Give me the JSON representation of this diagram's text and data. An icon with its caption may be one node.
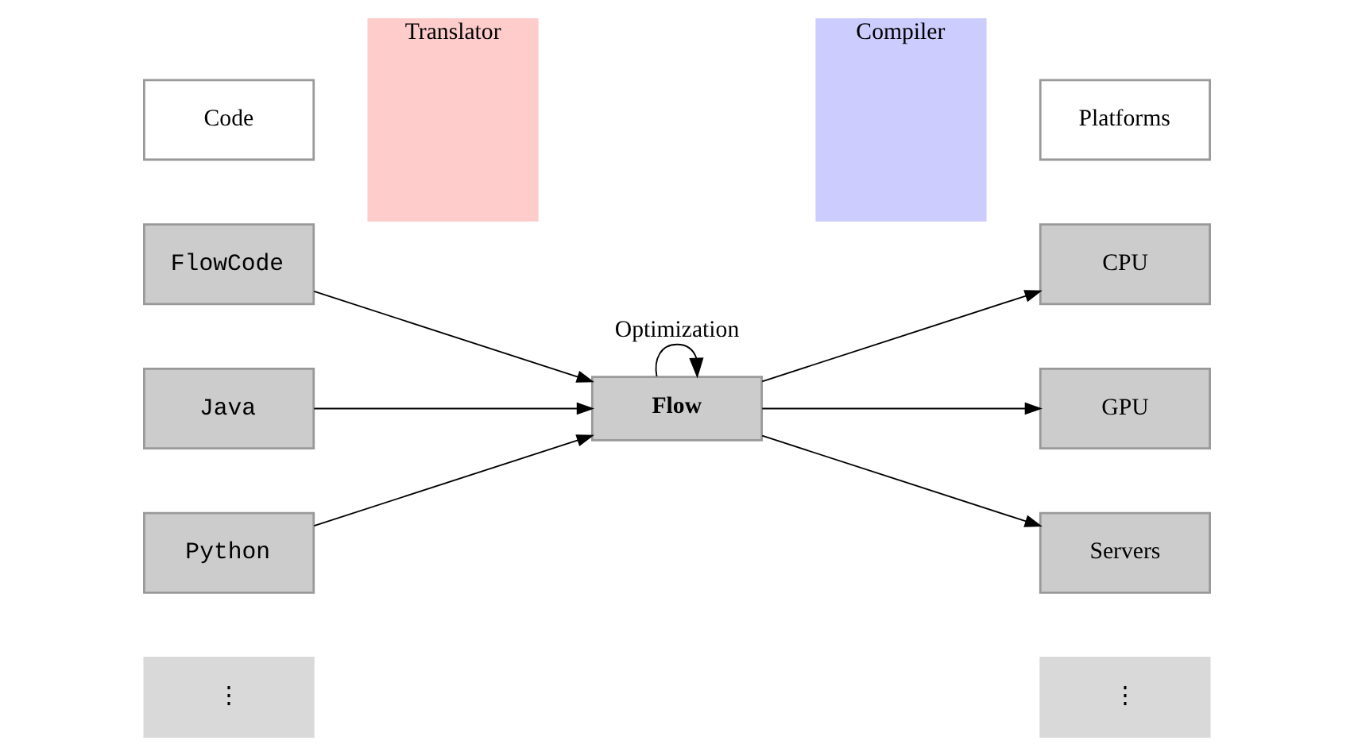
{
  "diagram": {
    "nodes": [
      {
        "text": [
          "Code"
        ]
      },
      {
        "text": [
          "Translator"
        ]
      },
      {
        "text": [
          "Compiler"
        ]
      },
      {
        "text": [
          "Platforms"
        ]
      },
      {
        "text": [
          "FlowCode"
        ]
      },
      {
        "text": [
          "CPU"
        ]
      },
      {
        "text": [
          "Java"
        ]
      },
      {
        "text": [
          "Flow"
        ]
      },
      {
        "text": [
          "GPU"
        ]
      },
      {
        "text": [
          "Python"
        ]
      },
      {
        "text": [
          "Servers"
        ]
      },
      {
        "text": [
          "⋮"
        ]
      },
      {
        "text": [
          "⋮"
        ]
      }
    ],
    "edges": [
      {
        "from": 4,
        "to": 7,
        "arrow": "to"
      },
      {
        "from": 6,
        "to": 7,
        "arrow": "to"
      },
      {
        "from": 9,
        "to": 7,
        "arrow": "to"
      },
      {
        "from": 7,
        "to": 7,
        "arrow": "to",
        "label": "Optimization"
      },
      {
        "from": 7,
        "to": 5,
        "arrow": "to"
      },
      {
        "from": 7,
        "to": 8,
        "arrow": "to"
      },
      {
        "from": 7,
        "to": 10,
        "arrow": "to"
      }
    ]
  }
}
